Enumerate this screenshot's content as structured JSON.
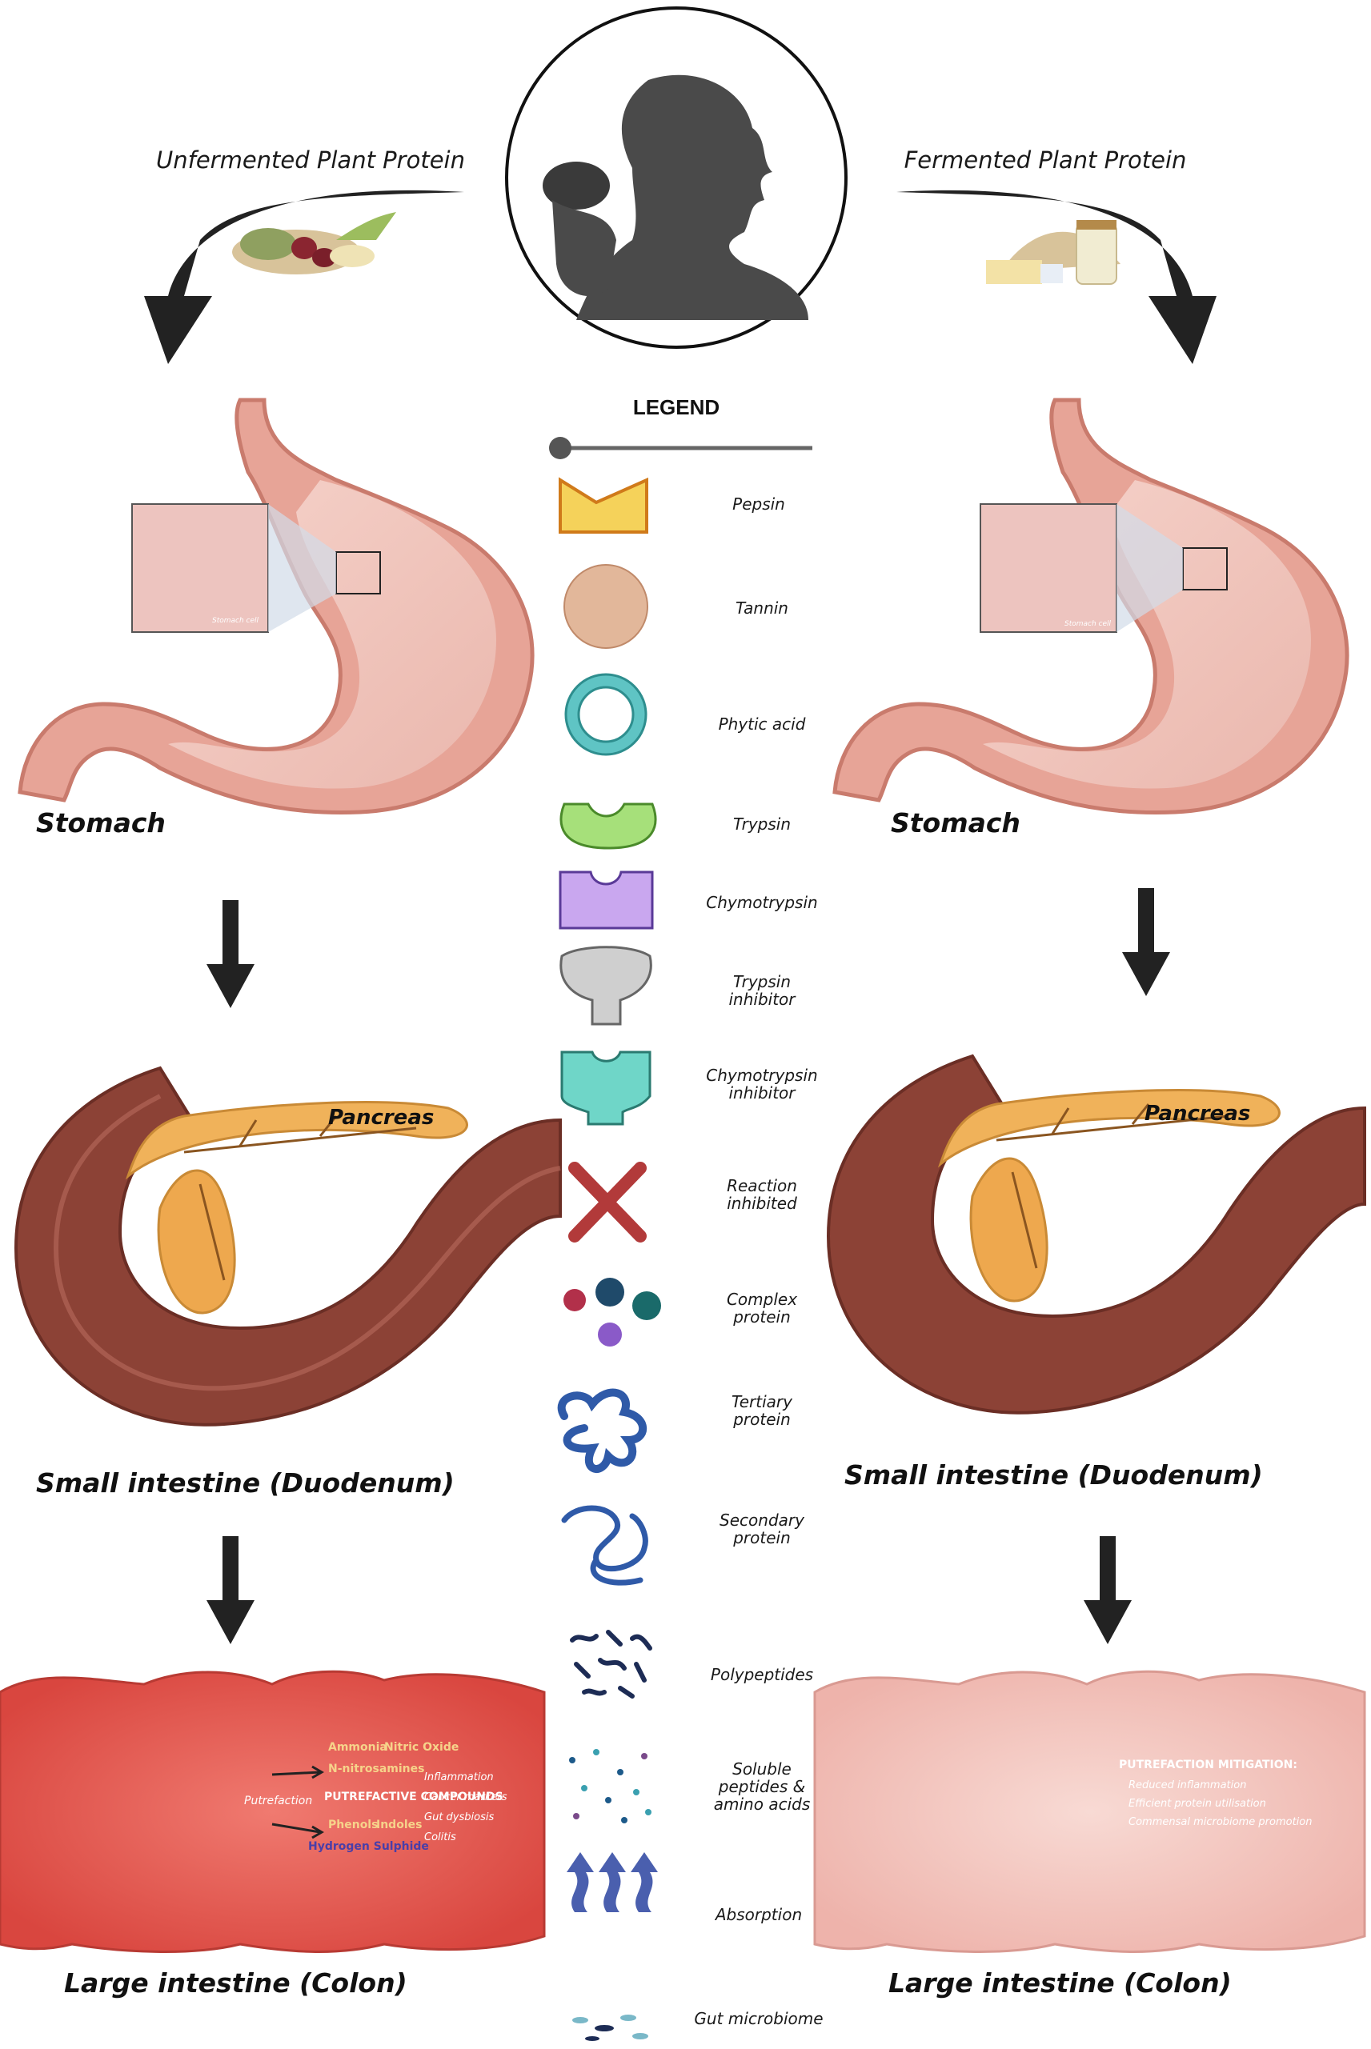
{
  "headings": {
    "left_source": "Unfermented Plant Protein",
    "right_source": "Fermented Plant Protein",
    "legend_title": "LEGEND"
  },
  "organs": {
    "stomach": "Stomach",
    "small_intestine": "Small intestine (Duodenum)",
    "large_intestine": "Large intestine (Colon)",
    "pancreas": "Pancreas",
    "stomach_cell": "Stomach cell"
  },
  "legend": [
    {
      "icon": "pepsin-icon",
      "label": "Pepsin",
      "color": "#f5d25a"
    },
    {
      "icon": "tannin-icon",
      "label": "Tannin",
      "color": "#e2b79a"
    },
    {
      "icon": "phytic-acid-icon",
      "label": "Phytic acid",
      "color": "#5fc4c4"
    },
    {
      "icon": "trypsin-icon",
      "label": "Trypsin",
      "color": "#a6e07a"
    },
    {
      "icon": "chymotrypsin-icon",
      "label": "Chymotrypsin",
      "color": "#c9a7ef"
    },
    {
      "icon": "trypsin-inhibitor-icon",
      "label": "Trypsin inhibitor",
      "color": "#cfcfcf"
    },
    {
      "icon": "chymotrypsin-inhibitor-icon",
      "label": "Chymotrypsin inhibitor",
      "color": "#6fd6c8"
    },
    {
      "icon": "reaction-inhibited-icon",
      "label": "Reaction inhibited",
      "color": "#b23a3a"
    },
    {
      "icon": "complex-protein-icon",
      "label": "Complex protein",
      "color": "#1f5a6a"
    },
    {
      "icon": "tertiary-protein-icon",
      "label": "Tertiary protein",
      "color": "#2f5aa8"
    },
    {
      "icon": "secondary-protein-icon",
      "label": "Secondary protein",
      "color": "#2f5aa8"
    },
    {
      "icon": "polypeptides-icon",
      "label": "Polypeptides",
      "color": "#1d2c55"
    },
    {
      "icon": "soluble-peptides-icon",
      "label": "Soluble peptides & amino acids",
      "color": "#3aa0b0"
    },
    {
      "icon": "absorption-icon",
      "label": "Absorption",
      "color": "#4a5fae"
    },
    {
      "icon": "gut-microbiome-icon",
      "label": "Gut microbiome",
      "color": "#7ab8c8"
    }
  ],
  "colon_left": {
    "process": "Putrefaction",
    "compounds_title": "PUTREFACTIVE COMPOUNDS",
    "compounds": [
      "Ammonia",
      "Nitric Oxide",
      "N-nitrosamines",
      "Phenols",
      "Indoles",
      "Hydrogen Sulphide"
    ],
    "effects": [
      "Inflammation",
      "Cancer markers",
      "Gut dysbiosis",
      "Colitis"
    ]
  },
  "colon_right": {
    "title": "PUTREFACTION MITIGATION:",
    "effects": [
      "Reduced inflammation",
      "Efficient protein utilisation",
      "Commensal microbiome promotion"
    ]
  },
  "colors": {
    "arrow": "#2a2a2a",
    "stomach_wall": "#e39a8f",
    "stomach_inner": "#f3c9c1",
    "intestine_wall": "#8a3f35",
    "pancreas": "#f0b25a",
    "colon_left": "#e2554f",
    "colon_right": "#f3c3bd"
  }
}
